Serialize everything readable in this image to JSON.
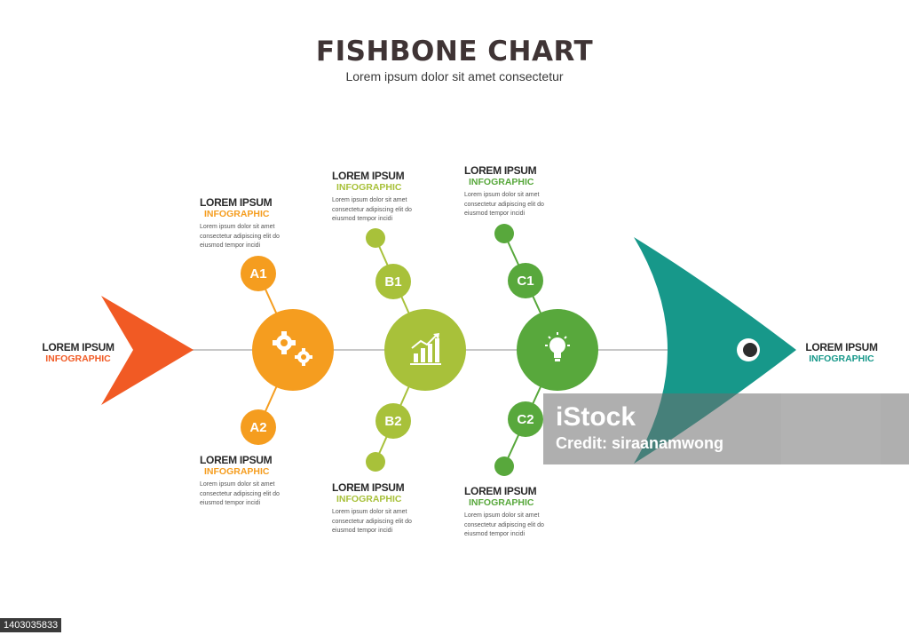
{
  "title": "FISHBONE CHART",
  "subtitle": "Lorem ipsum dolor sit amet consectetur",
  "colors": {
    "orange": "#f59d1f",
    "tail": "#f15a24",
    "lime": "#a8c13a",
    "green": "#58a83c",
    "teal": "#17988a",
    "spine": "#c8c8c8"
  },
  "tail": {
    "heading": "LOREM IPSUM",
    "subheading": "INFOGRAPHIC"
  },
  "head": {
    "heading": "LOREM IPSUM",
    "subheading": "INFOGRAPHIC"
  },
  "nodes": {
    "a1": "A1",
    "a2": "A2",
    "b1": "B1",
    "b2": "B2",
    "c1": "C1",
    "c2": "C2"
  },
  "icons": {
    "a": "gears-icon",
    "b": "bar-chart-growth-icon",
    "c": "lightbulb-icon"
  },
  "blocks": {
    "a_top": {
      "heading": "LOREM IPSUM",
      "subheading": "INFOGRAPHIC",
      "body": "Lorem ipsum dolor sit amet consectetur adipiscing elit do eiusmod tempor incidi"
    },
    "a_bottom": {
      "heading": "LOREM IPSUM",
      "subheading": "INFOGRAPHIC",
      "body": "Lorem ipsum dolor sit amet consectetur adipiscing elit do eiusmod tempor incidi"
    },
    "b_top": {
      "heading": "LOREM IPSUM",
      "subheading": "INFOGRAPHIC",
      "body": "Lorem ipsum dolor sit amet consectetur adipiscing elit do eiusmod tempor incidi"
    },
    "b_bottom": {
      "heading": "LOREM IPSUM",
      "subheading": "INFOGRAPHIC",
      "body": "Lorem ipsum dolor sit amet consectetur adipiscing elit do eiusmod tempor incidi"
    },
    "c_top": {
      "heading": "LOREM IPSUM",
      "subheading": "INFOGRAPHIC",
      "body": "Lorem ipsum dolor sit amet consectetur adipiscing elit do eiusmod tempor incidi"
    },
    "c_bottom": {
      "heading": "LOREM IPSUM",
      "subheading": "INFOGRAPHIC",
      "body": "Lorem ipsum dolor sit amet consectetur adipiscing elit do eiusmod tempor incidi"
    }
  },
  "watermark": {
    "logo": "iStock",
    "credit": "Credit: siraanamwong"
  },
  "image_id": "1403035833"
}
